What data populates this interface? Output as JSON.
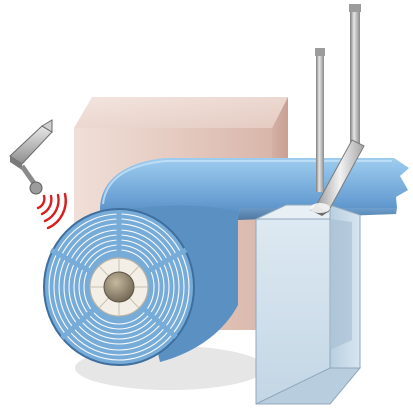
{
  "illustration": {
    "kind": "technical-illustration",
    "components": [
      "distance-sensor-icon",
      "material-roll",
      "background-block",
      "web-sheet",
      "guide-rods",
      "cutting-blade",
      "collection-chute"
    ]
  },
  "colors": {
    "background": "#ffffff",
    "block_front": "#e3c7bd",
    "block_side": "#d7b1a6",
    "block_top": "#ead8d2",
    "roll_face": "#78acd8",
    "roll_rim": "#3f6f9f",
    "roll_line": "#ffffff",
    "roll_core_ring": "#f3efe7",
    "roll_core": "#8f8470",
    "web": "#6ea4d6",
    "web_top": "#8cc0ea",
    "rods": "#b0b0b0",
    "sensor": "#b8b8b8",
    "signal": "#d91f1f",
    "chute": "#d6e4ef",
    "shadow": "#cccccc"
  }
}
